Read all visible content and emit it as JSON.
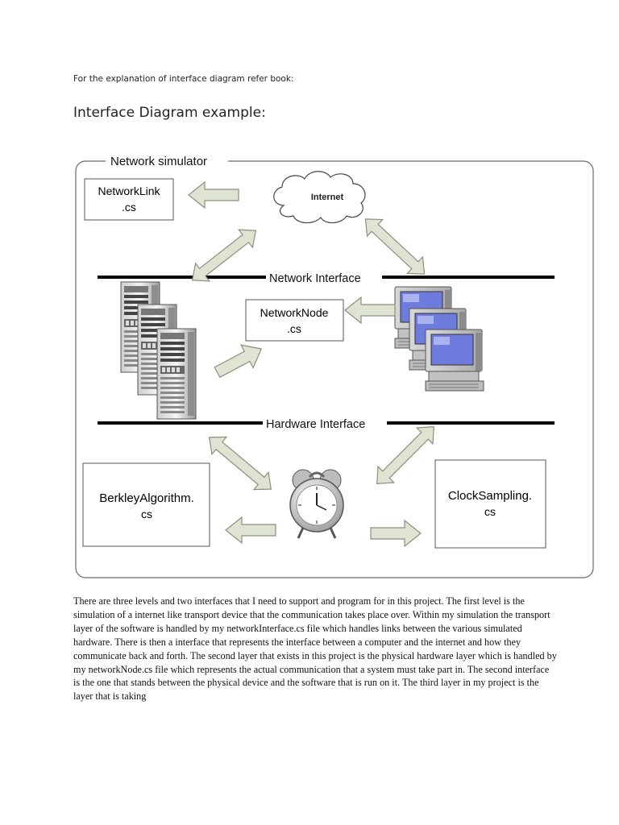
{
  "document": {
    "intro": "For the explanation of interface diagram refer book:",
    "heading": "Interface Diagram example:"
  },
  "diagram": {
    "frame_title": "Network simulator",
    "internet_label": "Internet",
    "network_interface_label": "Network Interface",
    "hardware_interface_label": "Hardware Interface",
    "boxes": {
      "network_link": [
        "NetworkLink",
        ".cs"
      ],
      "network_node": [
        "NetworkNode",
        ".cs"
      ],
      "berkley": [
        "BerkleyAlgorithm.",
        "cs"
      ],
      "clock": [
        "ClockSampling.",
        "cs"
      ]
    },
    "icons": [
      "internet-cloud-icon",
      "server-rack-icon",
      "computer-monitor-icon",
      "alarm-clock-icon",
      "double-arrow-icon"
    ],
    "colors": {
      "arrow_fill": "#dfe3d2",
      "arrow_stroke": "#8a8f7e",
      "screen": "#6d7bdc"
    }
  },
  "body_paragraph": "There are three levels and two interfaces that I need to support and program for in this project. The first level is the simulation of a internet like transport device that the communication takes place over.  Within my simulation the transport layer of the software is handled by my networkInterface.cs file which handles links between the various simulated hardware.  There is then a interface that represents the interface between a computer and the internet and how they communicate back and forth.  The second layer that exists in this project is the physical hardware layer which is handled by my networkNode.cs file which represents the actual communication that a system must take part in.  The second interface is the one that stands between the physical device and the software that is run on it.  The third layer in my project is the layer that is taking"
}
